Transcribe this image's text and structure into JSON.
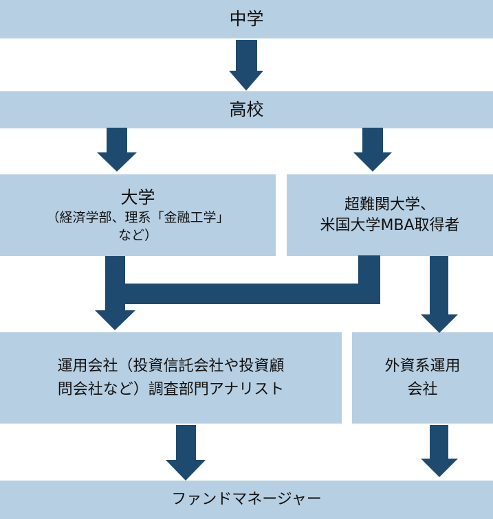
{
  "colors": {
    "box": "#b7cfe2",
    "arrow": "#1f4a70"
  },
  "nodes": {
    "junior_high": "中学",
    "high_school": "高校",
    "university": {
      "title": "大学",
      "line2": "（経済学部、理系「金融工学」",
      "line3": "など）"
    },
    "elite": {
      "line1": "超難関大学、",
      "line2": "米国大学MBA取得者"
    },
    "asset_mgmt": {
      "line1": "運用会社（投資信託会社や投資顧",
      "line2": "問会社など）調査部門アナリスト"
    },
    "foreign": {
      "line1": "外資系運用",
      "line2": "会社"
    },
    "fund_manager": "ファンドマネージャー"
  }
}
